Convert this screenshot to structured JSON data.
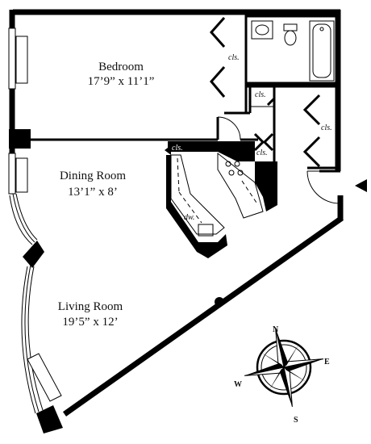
{
  "rooms": {
    "bedroom": {
      "name": "Bedroom",
      "dims": "17’9” x 11’1”"
    },
    "dining": {
      "name": "Dining Room",
      "dims": "13’1” x 8’"
    },
    "living": {
      "name": "Living Room",
      "dims": "19’5” x 12’"
    }
  },
  "labels": {
    "closet": "cls.",
    "dishwasher": "dw."
  },
  "compass": {
    "n": "N",
    "e": "E",
    "s": "S",
    "w": "W"
  },
  "colors": {
    "wall": "#000000",
    "background": "#ffffff"
  }
}
